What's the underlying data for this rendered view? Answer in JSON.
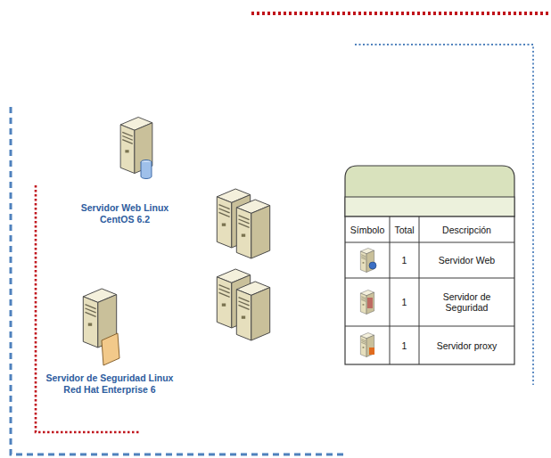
{
  "diagram": {
    "nodes": [
      {
        "text": [
          "Servidor Web Linux CentOS 6.2"
        ]
      },
      {
        "text": [
          "Servidor de Seguridad Linux Red Hat Enterprise 6"
        ]
      }
    ],
    "labels": [
      "Símbolo",
      "Total",
      "Descripción",
      "1",
      "Servidor Web",
      "1",
      "Servidor de Seguridad",
      "1",
      "Servidor proxy"
    ]
  }
}
